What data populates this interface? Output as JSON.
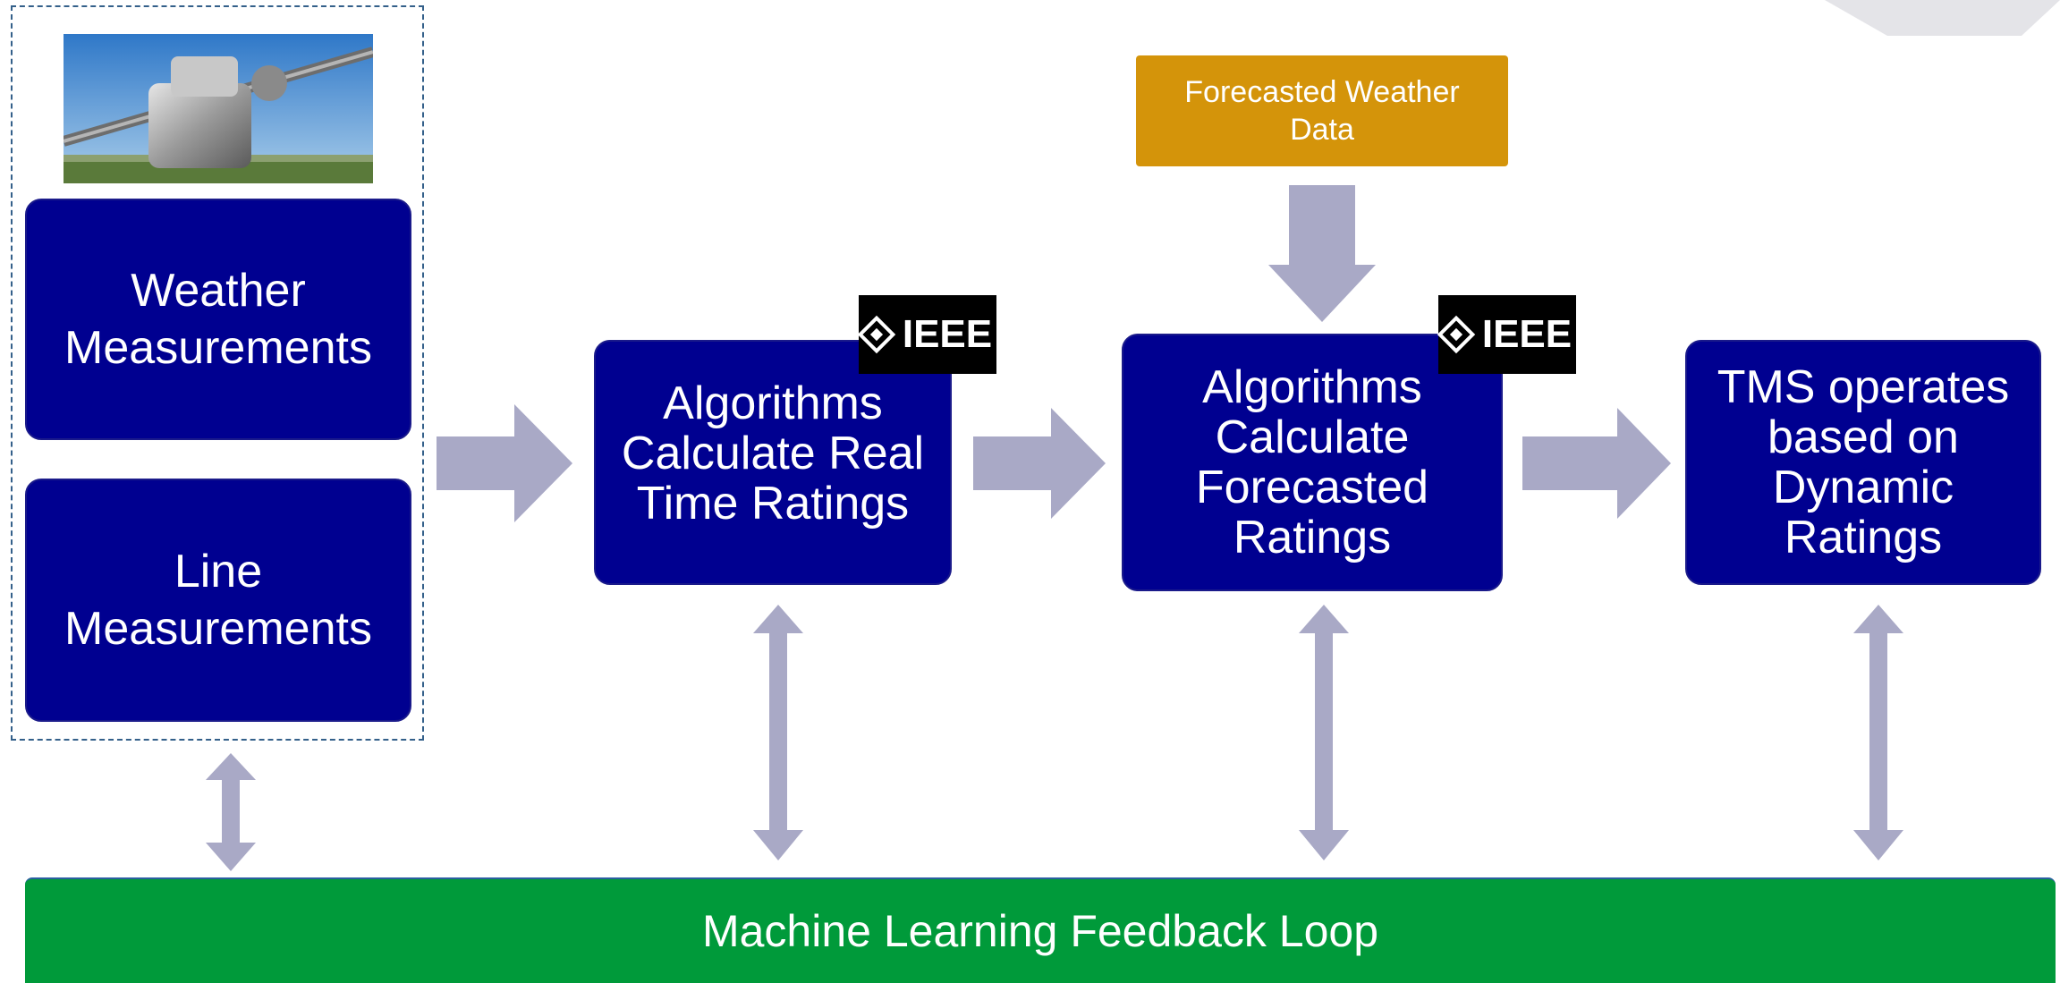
{
  "boxes": {
    "weather": [
      "Weather",
      "Measurements"
    ],
    "line": [
      "Line",
      "Measurements"
    ],
    "realtime": [
      "Algorithms",
      "Calculate Real",
      "Time Ratings"
    ],
    "forecasted": [
      "Algorithms",
      "Calculate",
      "Forecasted",
      "Ratings"
    ],
    "tms": [
      "TMS operates",
      "based on",
      "Dynamic",
      "Ratings"
    ]
  },
  "forecast_input": [
    "Forecasted Weather",
    "Data"
  ],
  "feedback_label": "Machine Learning Feedback Loop",
  "logo_text": "IEEE",
  "colors": {
    "box": "#000090",
    "arrow": "#a9a9c6",
    "feedback": "#009a3a",
    "forecast": "#d4940a",
    "dashed_border": "#34608a"
  }
}
